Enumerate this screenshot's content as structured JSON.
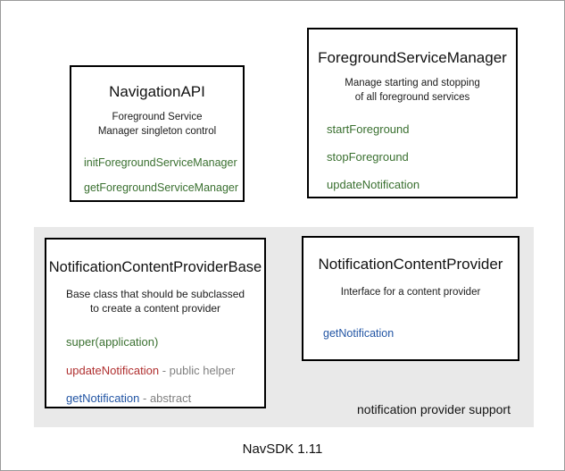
{
  "diagram": {
    "footer_label": "NavSDK 1.11",
    "colors": {
      "method_green": "#3a7030",
      "method_red": "#b03030",
      "method_blue": "#2255a4",
      "note_gray": "#808080",
      "group_panel": "#e9e9e9",
      "box_border": "#000000"
    }
  },
  "group": {
    "caption": "notification provider support"
  },
  "boxes": {
    "navigation_api": {
      "title": "NavigationAPI",
      "desc_line1": "Foreground Service",
      "desc_line2": "Manager singleton control",
      "methods": [
        {
          "name": "initForegroundServiceManager",
          "note": "",
          "color": "green"
        },
        {
          "name": "getForegroundServiceManager",
          "note": "",
          "color": "green"
        }
      ]
    },
    "foreground_service_manager": {
      "title": "ForegroundServiceManager",
      "desc_line1": "Manage starting and stopping",
      "desc_line2": "of all foreground services",
      "methods": [
        {
          "name": "startForeground",
          "note": "",
          "color": "green"
        },
        {
          "name": "stopForeground",
          "note": "",
          "color": "green"
        },
        {
          "name": "updateNotification",
          "note": "",
          "color": "green"
        }
      ]
    },
    "notification_content_provider_base": {
      "title": "NotificationContentProviderBase",
      "desc_line1": "Base class that should be subclassed",
      "desc_line2": "to create a content provider",
      "methods": [
        {
          "name": "super(application)",
          "note": "",
          "color": "green"
        },
        {
          "name": "updateNotification",
          "note": " - public helper",
          "color": "red"
        },
        {
          "name": "getNotification",
          "note": " - abstract",
          "color": "blue"
        }
      ]
    },
    "notification_content_provider": {
      "title": "NotificationContentProvider",
      "desc_line1": "Interface for a content provider",
      "desc_line2": "",
      "methods": [
        {
          "name": "getNotification",
          "note": "",
          "color": "blue"
        }
      ]
    }
  }
}
